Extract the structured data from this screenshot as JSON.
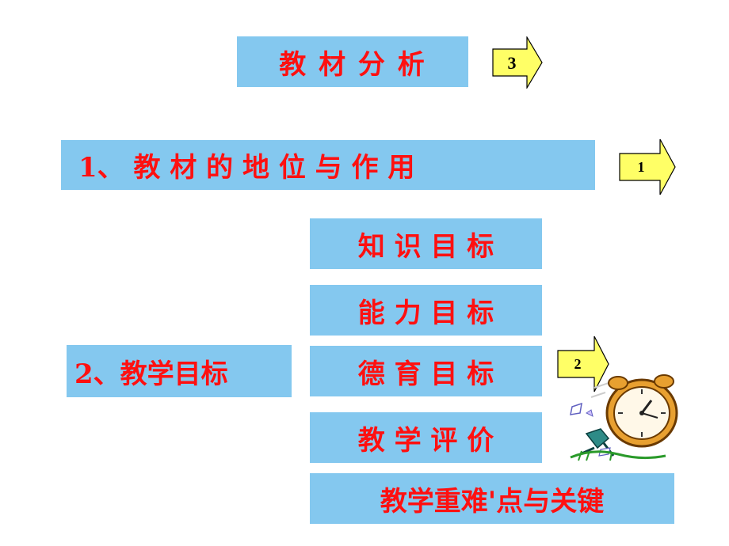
{
  "title_box": {
    "label": "教 材 分 析"
  },
  "section1": {
    "label": "1、 教 材 的 地 位 与 作 用"
  },
  "section2": {
    "label": "2、教学目标"
  },
  "goals": [
    {
      "label": "知 识 目 标"
    },
    {
      "label": "能 力 目 标"
    },
    {
      "label": "德 育 目 标"
    },
    {
      "label": "教 学 评 价"
    }
  ],
  "key_points": {
    "label": "教学重难'点与关键"
  },
  "arrows": [
    {
      "number": "3"
    },
    {
      "number": "1"
    },
    {
      "number": "2"
    }
  ],
  "colors": {
    "box_fill": "#84c8ef",
    "text": "#ff1010",
    "arrow_fill": "#ffff66"
  },
  "icons": {
    "clock": "running-alarm-clock-clipart"
  }
}
